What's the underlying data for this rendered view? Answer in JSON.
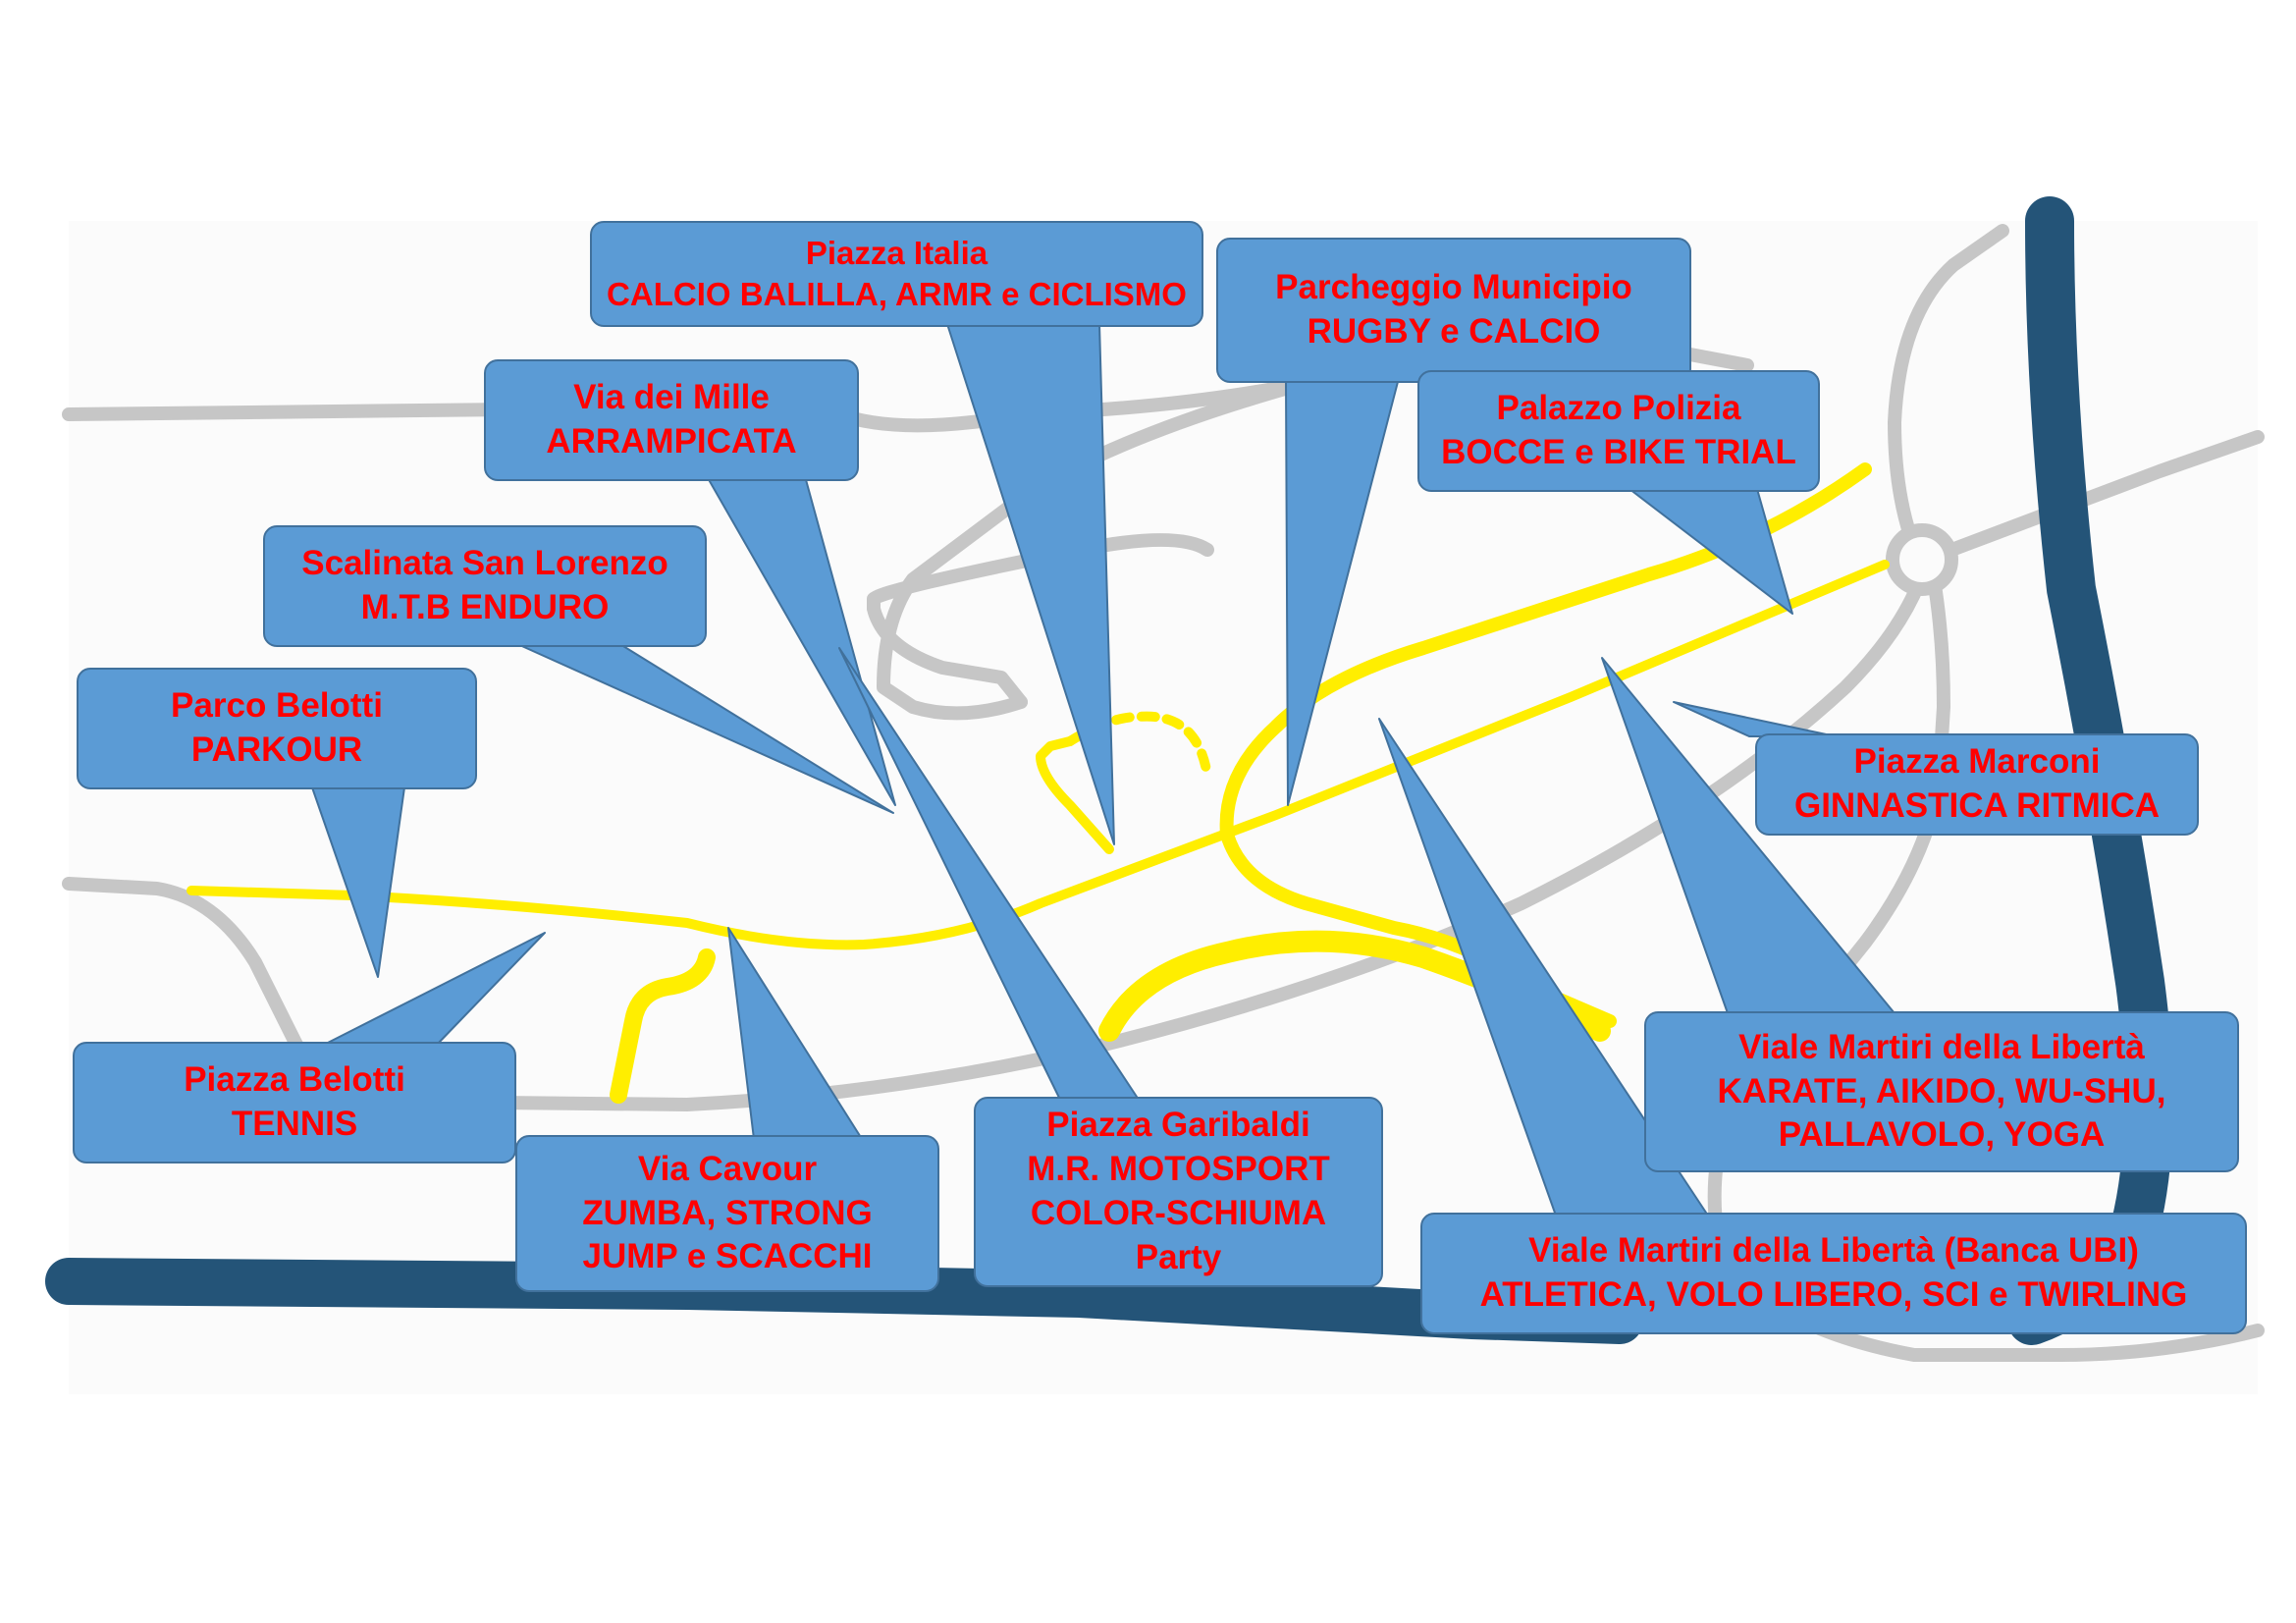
{
  "map": {
    "colors": {
      "background": "#fbfbfb",
      "road_gray": "#c6c6c6",
      "route_yellow": "#ffee00",
      "river_blue": "#245478",
      "callout_fill": "#5b9bd5",
      "callout_border": "#41719c",
      "callout_text": "#ff0000"
    },
    "locations": [
      {
        "place": "Piazza Italia",
        "activities": [
          "CALCIO BALILLA, ARMR e CICLISMO"
        ]
      },
      {
        "place": "Parcheggio Municipio",
        "activities": [
          "RUGBY e CALCIO"
        ]
      },
      {
        "place": "Via dei Mille",
        "activities": [
          "ARRAMPICATA"
        ]
      },
      {
        "place": "Palazzo Polizia",
        "activities": [
          "BOCCE e BIKE TRIAL"
        ]
      },
      {
        "place": "Scalinata San Lorenzo",
        "activities": [
          "M.T.B ENDURO"
        ]
      },
      {
        "place": "Parco Belotti",
        "activities": [
          "PARKOUR"
        ]
      },
      {
        "place": "Piazza Marconi",
        "activities": [
          "GINNASTICA RITMICA"
        ]
      },
      {
        "place": "Piazza Belotti",
        "activities": [
          "TENNIS"
        ]
      },
      {
        "place": "Via Cavour",
        "activities": [
          "ZUMBA, STRONG",
          "JUMP e SCACCHI"
        ]
      },
      {
        "place": "Piazza Garibaldi",
        "activities": [
          "M.R. MOTOSPORT",
          "COLOR-SCHIUMA",
          "Party"
        ]
      },
      {
        "place": "Viale Martiri della Libertà",
        "activities": [
          "KARATE, AIKIDO, WU-SHU,",
          "PALLAVOLO, YOGA"
        ]
      },
      {
        "place": "Viale Martiri della Libertà (Banca UBI)",
        "activities": [
          "ATLETICA, VOLO LIBERO, SCI e TWIRLING"
        ]
      }
    ]
  }
}
